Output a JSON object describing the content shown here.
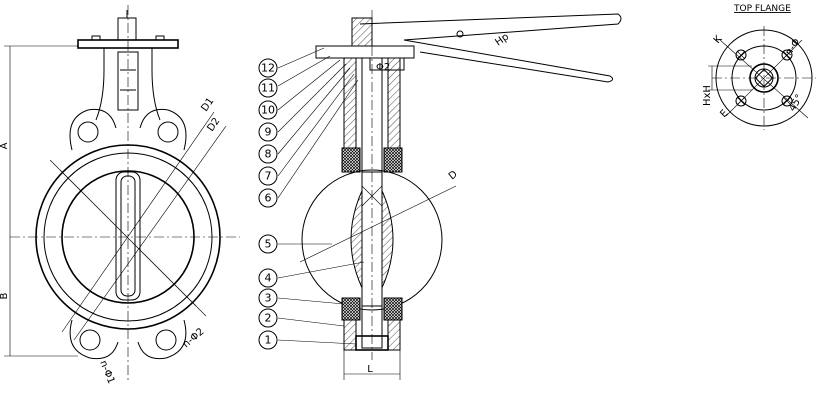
{
  "top_flange_title": "TOP FLANGE",
  "front_view": {
    "dim_A": "A",
    "dim_B": "B",
    "dim_D1": "D1",
    "dim_D2": "D2",
    "dim_n_phi1": "n-Φ1",
    "dim_n_phi2": "n-Φ2"
  },
  "section_view": {
    "dim_phi2": "Φ2",
    "dim_D": "D",
    "dim_L": "L",
    "dim_Hp": "Hp",
    "callouts": [
      "1",
      "2",
      "3",
      "4",
      "5",
      "6",
      "7",
      "8",
      "9",
      "10",
      "11",
      "12"
    ]
  },
  "top_flange": {
    "dim_HxH": "HxH",
    "dim_K": "K",
    "dim_E": "E",
    "dim_n_phi": "n-Φ",
    "dim_angle": "45°"
  }
}
